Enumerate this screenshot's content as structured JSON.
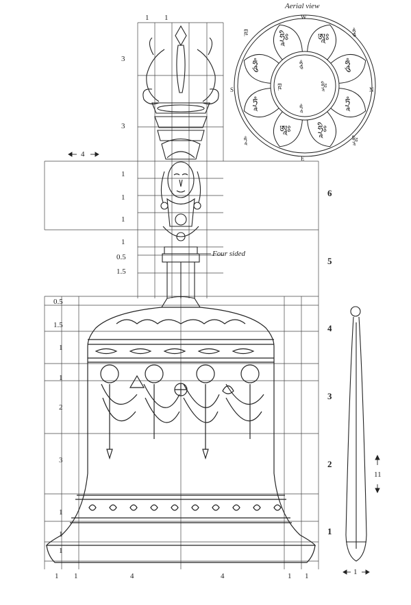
{
  "aerial_view": {
    "title": "Aerial view",
    "directions": {
      "north": "N",
      "south": "S",
      "east": "E",
      "west": "W"
    },
    "inner_syllables": [
      "ཧཱུཾ",
      "ཧྲཱིཿ",
      "ཏཱཾ",
      "ཀྵ"
    ],
    "petal_syllables": [
      "ཨཱཿ",
      "ཧཱུཾ",
      "ཏྲཱཾ",
      "ཧྲཱིཿ",
      "ཨཱཿ",
      "ཏྲཱཾ",
      "ཧཱུཾ",
      "ཧྲཱིཿ"
    ],
    "outer_syllables": [
      "ཧཱུཾ",
      "ཧྲཱིཿ",
      "ཏཱཾ",
      "ཀྵ"
    ]
  },
  "annotation": {
    "four_sided": "Four sided"
  },
  "handle_grid_top": [
    "1",
    "1"
  ],
  "handle_rows_left": [
    "3",
    "3"
  ],
  "width_marker": "4",
  "face_rows": [
    "1",
    "1",
    "1",
    "1",
    "0.5",
    "1.5"
  ],
  "bell_rows": [
    "0.5",
    "1.5",
    "1",
    "1",
    "2",
    "3",
    "1",
    "1",
    "1"
  ],
  "section_numbers": [
    "6",
    "5",
    "4",
    "3",
    "2",
    "1"
  ],
  "bottom_units": [
    "1",
    "1",
    "4",
    "4",
    "1",
    "1"
  ],
  "clapper": {
    "height": "11",
    "width": "1"
  }
}
